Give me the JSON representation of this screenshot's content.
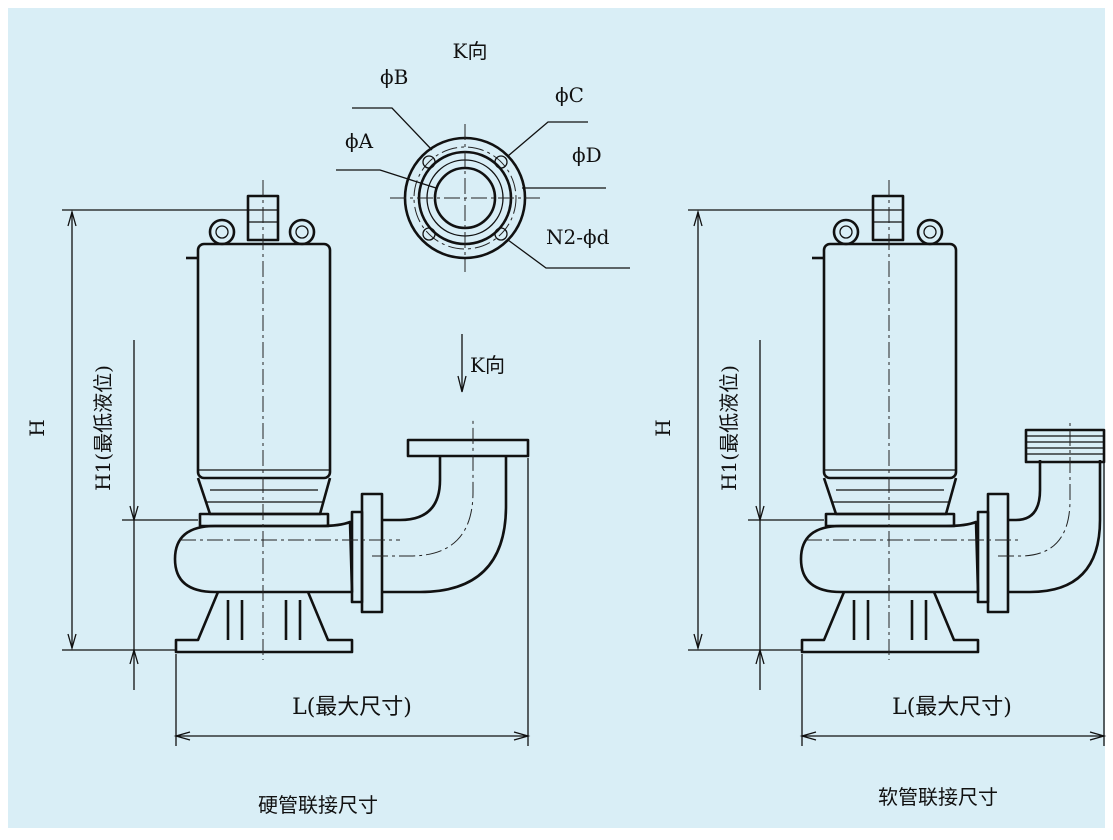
{
  "colors": {
    "background": "#d9eef6",
    "line": "#111111"
  },
  "top_view": {
    "k_view": "K向",
    "phi_a": "ϕA",
    "phi_b": "ϕB",
    "phi_c": "ϕC",
    "phi_d": "ϕD",
    "bolt_holes": "N2-ϕd"
  },
  "hard_pipe": {
    "dim_h": "H",
    "dim_h1": "H1(最低液位)",
    "dim_l": "L(最大尺寸)",
    "k_arrow": "K向",
    "caption": "硬管联接尺寸"
  },
  "soft_pipe": {
    "dim_h": "H",
    "dim_h1": "H1(最低液位)",
    "dim_l": "L(最大尺寸)",
    "caption": "软管联接尺寸"
  }
}
